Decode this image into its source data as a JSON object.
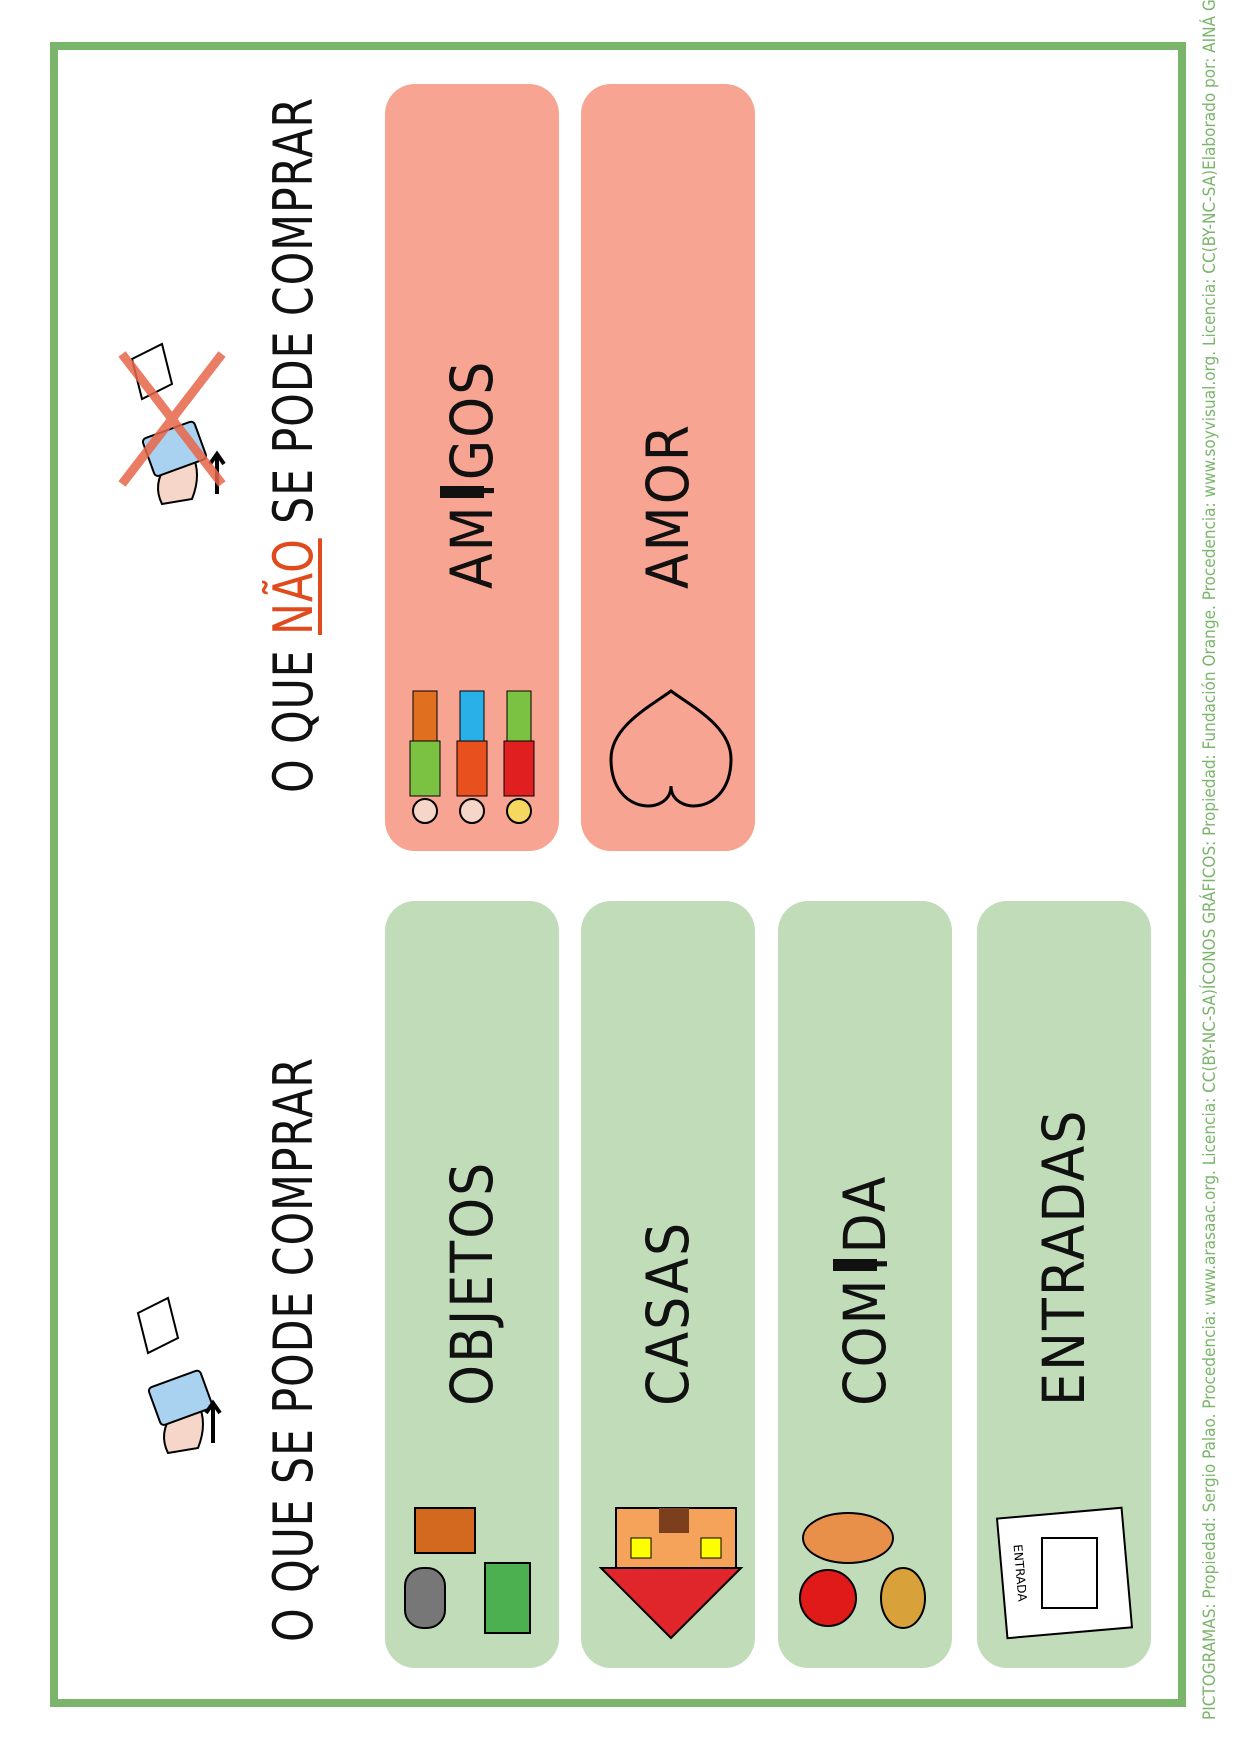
{
  "sections": {
    "can_buy": {
      "title": "O QUE SE PODE COMPRAR",
      "icon": "buy-hands-icon"
    },
    "cannot_buy": {
      "title_before": "O QUE ",
      "title_negation": "NÃO",
      "title_after": " SE PODE COMPRAR",
      "icon": "buy-hands-crossed-icon"
    }
  },
  "can_buy_items": [
    {
      "word": "OBJETOS",
      "icon": "objects-icon"
    },
    {
      "word": "CASAS",
      "icon": "house-icon"
    },
    {
      "word_a": "COM",
      "word_hl": "I",
      "word_b": "DA",
      "icon": "food-icon"
    },
    {
      "word": "ENTRADAS",
      "icon": "ticket-icon",
      "ticket_text": "ENTRADA"
    }
  ],
  "cannot_buy_items": [
    {
      "word_a": "AM",
      "word_hl": "I",
      "word_b": "GOS",
      "icon": "friends-icon"
    },
    {
      "word": "AMOR",
      "icon": "heart-icon"
    }
  ],
  "colors": {
    "green_card": "#c1dcb9",
    "pink_card": "#f7a592",
    "frame": "#7bb56c",
    "negation": "#e04a1d"
  },
  "footer": {
    "left": "PICTOGRAMAS:  Propiedad: Sergio  Palao. Procedencia: www.arasaac.org. Licencia: CC(BY-NC-SA)",
    "middle": "ÍCONOS GRÁFICOS: Propiedad: Fundación Orange. Procedencia: www.soyvisual.org. Licencia: CC(BY-NC-SA)",
    "right": "Elaborado por: AINÁ GOTXI"
  }
}
